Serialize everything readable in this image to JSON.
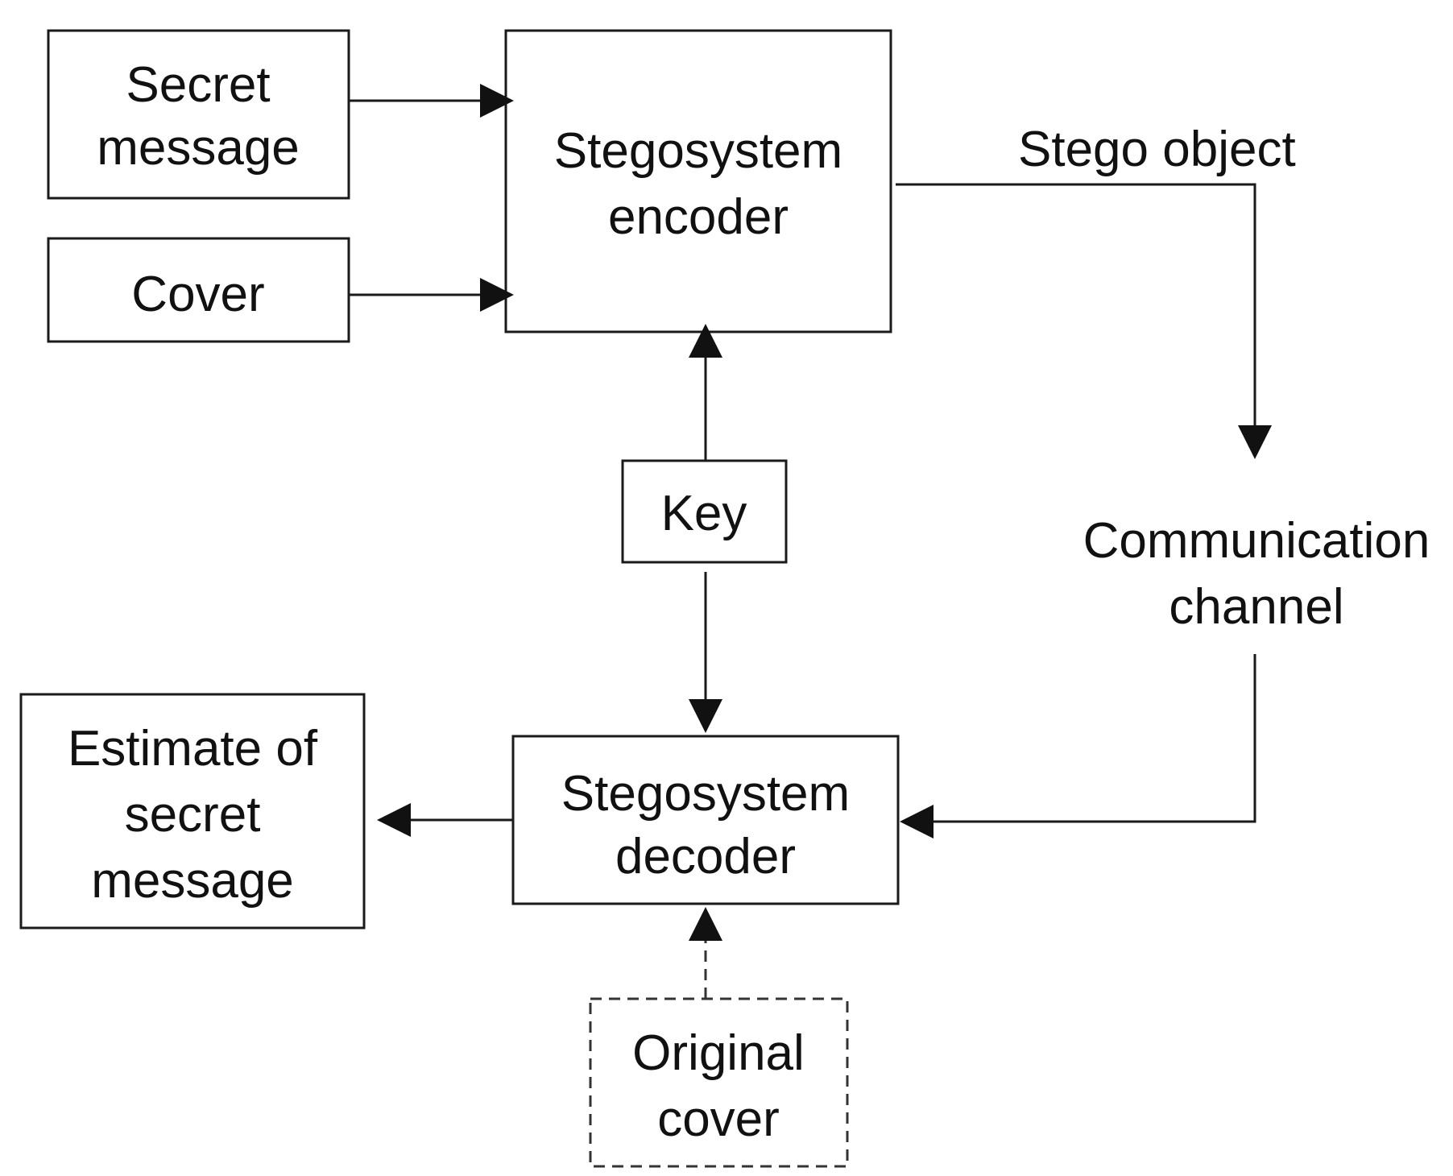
{
  "diagram": {
    "nodes": {
      "secret_message": {
        "line1": "Secret",
        "line2": "message"
      },
      "cover": {
        "line1": "Cover"
      },
      "encoder": {
        "line1": "Stegosystem",
        "line2": "encoder"
      },
      "key": {
        "line1": "Key"
      },
      "decoder": {
        "line1": "Stegosystem",
        "line2": "decoder"
      },
      "estimate": {
        "line1": "Estimate of",
        "line2": "secret",
        "line3": "message"
      },
      "original_cover": {
        "line1": "Original",
        "line2": "cover"
      },
      "channel": {
        "line1": "Communication",
        "line2": "channel"
      }
    },
    "edge_labels": {
      "stego_object": "Stego object"
    }
  }
}
